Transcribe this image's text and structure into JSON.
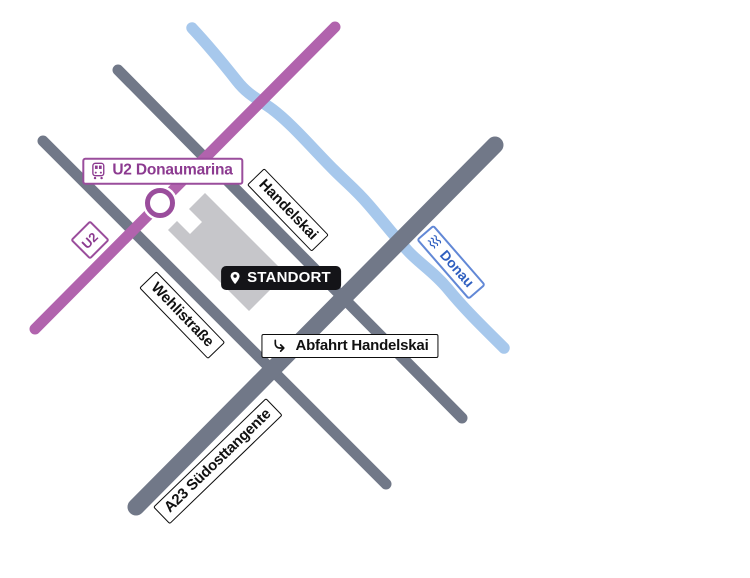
{
  "labels": {
    "station": "U2 Donaumarina",
    "line_badge": "U2",
    "handelskai": "Handelskai",
    "wehlistrasse": "Wehlistraße",
    "a23": "A23 Südosttangente",
    "standort": "STANDORT",
    "abfahrt": "Abfahrt Handelskai",
    "donau": "Donau"
  },
  "icons": {
    "station_icon": "train-icon",
    "standort_icon": "location-pin-icon",
    "abfahrt_icon": "exit-arrow-icon",
    "donau_icon": "waves-icon"
  },
  "colors": {
    "u2_line": "#b163ad",
    "u2_border": "#9a4d9c",
    "u2_dark": "#8c3a90",
    "road_gray": "#717888",
    "building_gray": "#c6c6ca",
    "river_blue": "#a7c8ec",
    "donau_text": "#2f5fc0",
    "donau_border": "#6288d6",
    "label_black": "#111111",
    "standort_bg": "#141418"
  }
}
